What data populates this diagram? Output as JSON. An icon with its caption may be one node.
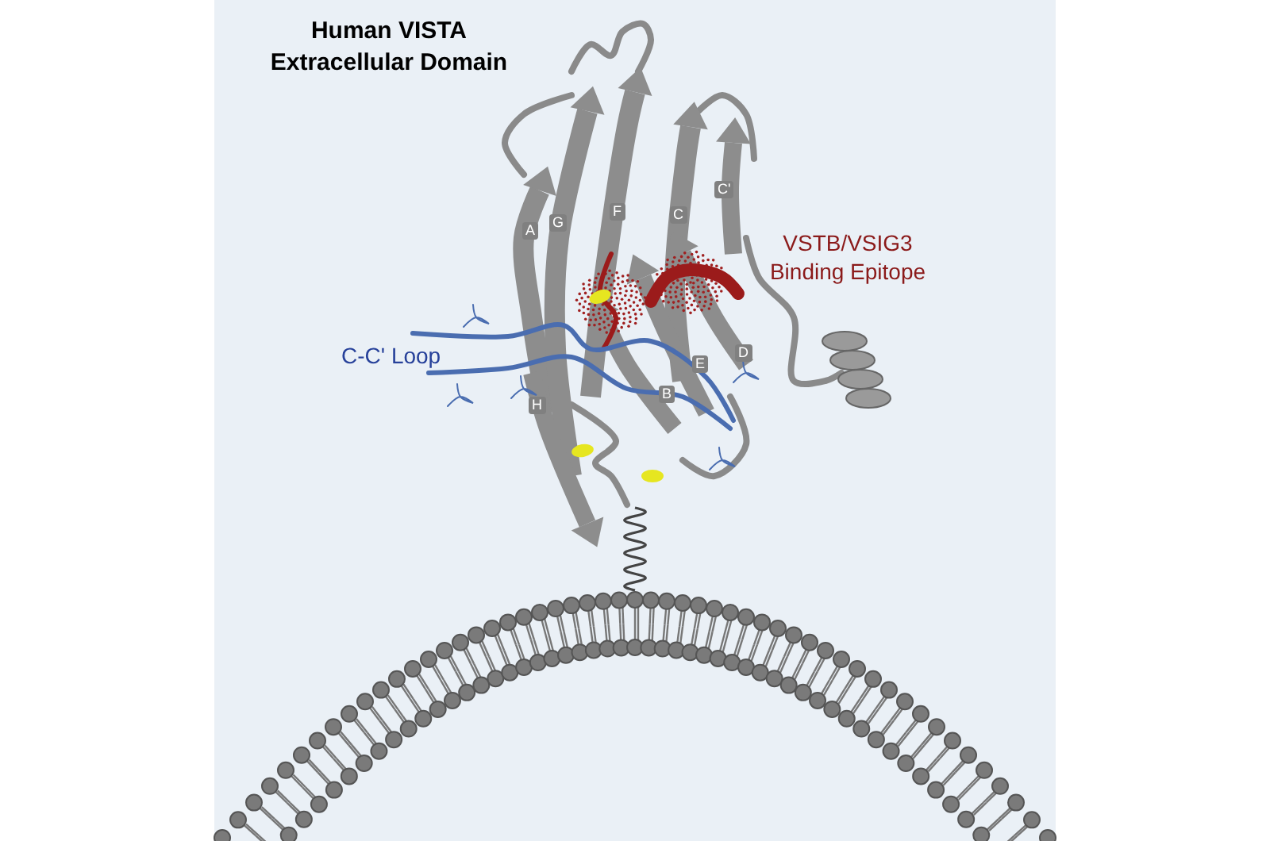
{
  "diagram": {
    "title": "Human VISTA Extracellular Domain",
    "labels": [
      "VSTB/VSIG3 Binding Epitope",
      "C-C' Loop",
      "A",
      "G",
      "F",
      "C",
      "C'",
      "D",
      "E",
      "B",
      "H"
    ]
  }
}
